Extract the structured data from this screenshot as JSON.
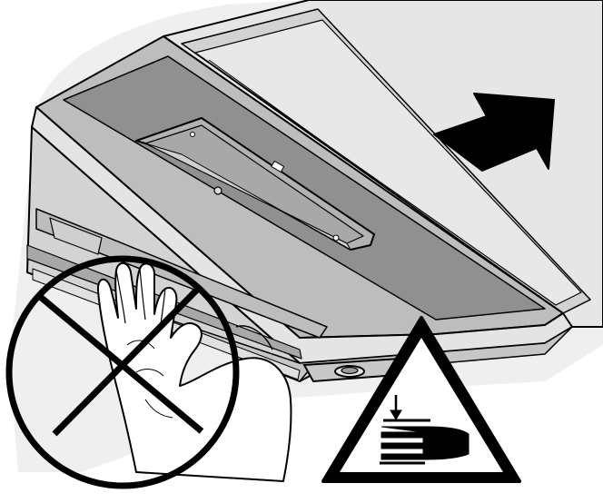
{
  "illustration": {
    "colors": {
      "background": "#ffffff",
      "outline": "#000000",
      "light_panel": "#dcdcdc",
      "mid_panel": "#b9b9b9",
      "dark_panel": "#8e8e8e",
      "shadow_band": "#6f6f6f",
      "skin": "#ffffff",
      "arrow": "#000000"
    },
    "icons": [
      "push-direction-arrow",
      "prohibited-hand-sign",
      "crush-hazard-warning-sign"
    ]
  }
}
